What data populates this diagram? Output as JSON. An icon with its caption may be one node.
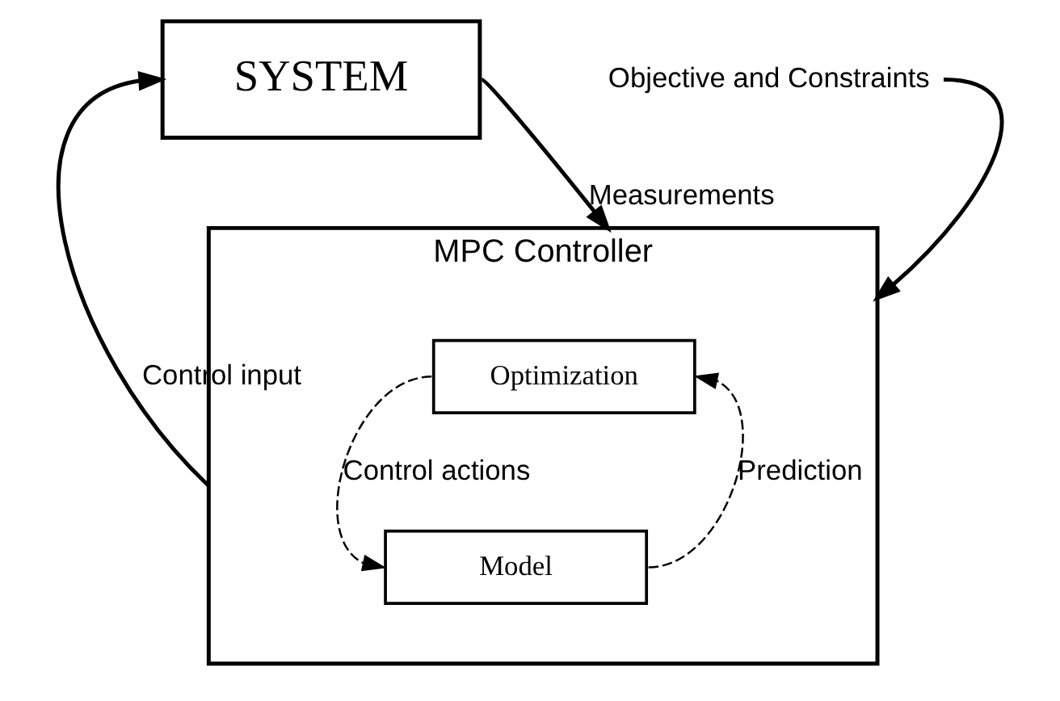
{
  "diagram": {
    "nodes": [
      {
        "text": [
          "SYSTEM"
        ]
      },
      {
        "text": [
          "MPC Controller"
        ]
      },
      {
        "text": [
          "Optimization"
        ],
        "in": 1
      },
      {
        "text": [
          "Model"
        ],
        "in": 1
      },
      {
        "text": [
          "Objective and Constraints"
        ]
      }
    ],
    "edges": [
      {
        "from": 0,
        "to": 1,
        "arrow": "to",
        "label": "Measurements"
      },
      {
        "from": 1,
        "to": 0,
        "arrow": "to",
        "label": "Control input"
      },
      {
        "from": 4,
        "to": 1,
        "arrow": "to"
      },
      {
        "from": 2,
        "to": 3,
        "arrow": "to",
        "style": "dashed",
        "label": "Control actions"
      },
      {
        "from": 3,
        "to": 2,
        "arrow": "to",
        "style": "dashed",
        "label": "Prediction"
      }
    ]
  }
}
